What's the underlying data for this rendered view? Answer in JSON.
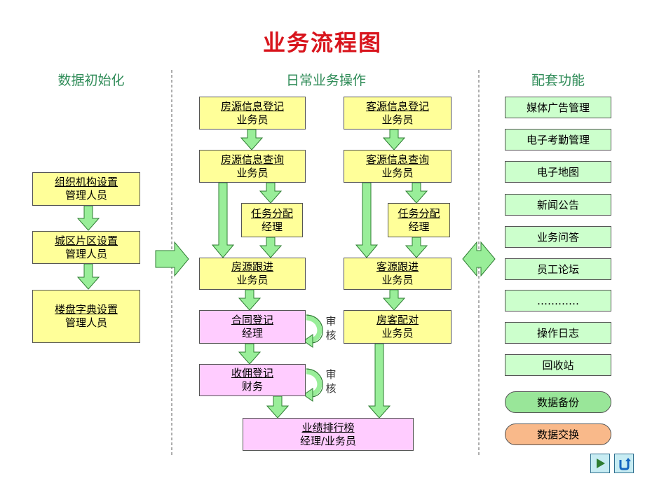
{
  "title": "业务流程图",
  "columns": {
    "init": "数据初始化",
    "daily": "日常业务操作",
    "support": "配套功能"
  },
  "init_boxes": [
    {
      "title": "组织机构设置",
      "role": "管理人员"
    },
    {
      "title": "城区片区设置",
      "role": "管理人员"
    },
    {
      "title": "楼盘字典设置",
      "role": "管理人员"
    }
  ],
  "house": {
    "register": {
      "title": "房源信息登记",
      "role": "业务员"
    },
    "query": {
      "title": "房源信息查询",
      "role": "业务员"
    },
    "assign": {
      "title": "任务分配",
      "role": "经理"
    },
    "follow": {
      "title": "房源跟进",
      "role": "业务员"
    },
    "contract": {
      "title": "合同登记",
      "role": "经理"
    },
    "commission": {
      "title": "收佣登记",
      "role": "财务"
    }
  },
  "client": {
    "register": {
      "title": "客源信息登记",
      "role": "业务员"
    },
    "query": {
      "title": "客源信息查询",
      "role": "业务员"
    },
    "assign": {
      "title": "任务分配",
      "role": "经理"
    },
    "follow": {
      "title": "客源跟进",
      "role": "业务员"
    },
    "match": {
      "title": "房客配对",
      "role": "业务员"
    }
  },
  "ranking": {
    "title": "业绩排行榜",
    "role": "经理/业务员"
  },
  "audit_label": [
    "审",
    "核"
  ],
  "support_items": [
    "媒体广告管理",
    "电子考勤管理",
    "电子地图",
    "新闻公告",
    "业务问答",
    "员工论坛",
    "…………",
    "操作日志",
    "回收站"
  ],
  "support_pills": [
    {
      "label": "数据备份",
      "color": "#99e699"
    },
    {
      "label": "数据交换",
      "color": "#f9b98a"
    }
  ],
  "colors": {
    "title": "#d8141c",
    "heading": "#2e8b57",
    "box_yellow": "#ffff99",
    "box_pink": "#ffccff",
    "box_green": "#ccffcc",
    "arrow_fill": "#99ee99",
    "arrow_stroke": "#2e7d32"
  },
  "nav": {
    "play_icon": "play-icon",
    "return_icon": "return-icon"
  }
}
